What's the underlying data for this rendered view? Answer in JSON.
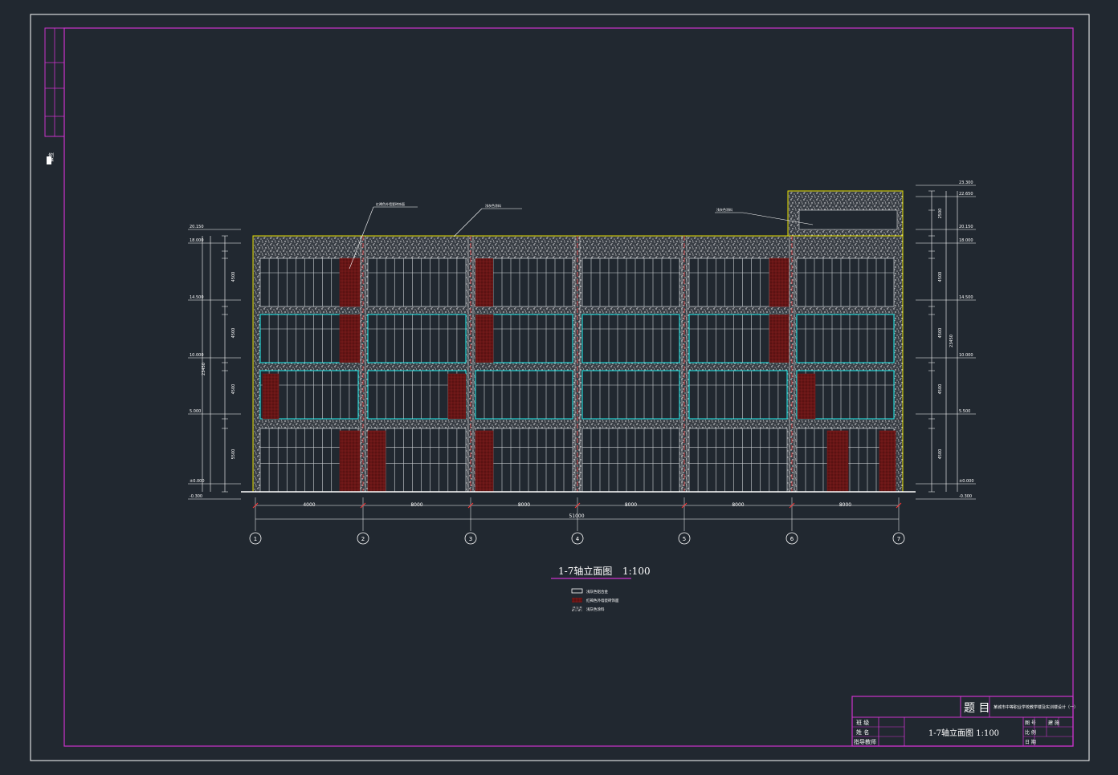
{
  "drawing": {
    "view_title": "1-7轴立面图",
    "view_scale": "1:100",
    "grid_axes": [
      "1",
      "2",
      "3",
      "4",
      "5",
      "6",
      "7"
    ],
    "bay_dims": [
      "4000",
      "8000",
      "8000",
      "8000",
      "8000",
      "8000"
    ],
    "total_dim": "51000",
    "level_labels_left": [
      "20.150",
      "18.000",
      "14.500",
      "10.000",
      "5.000",
      "±0.000",
      "-0.300"
    ],
    "level_labels_right": [
      "23.300",
      "22.650",
      "20.150",
      "18.000",
      "14.500",
      "10.000",
      "5.500",
      "±0.000",
      "-0.300"
    ],
    "height_dims_left": [
      "4500",
      "4500",
      "4500",
      "5500",
      "23450"
    ],
    "height_dims_right": [
      "2500",
      "4500",
      "4500",
      "4500",
      "4500",
      "23450"
    ],
    "legend": [
      {
        "swatch": "white-frame",
        "text": "浅灰色铝合金"
      },
      {
        "swatch": "red-hatch",
        "text": "红褐色外墙瓷砖饰面"
      },
      {
        "swatch": "speckle",
        "text": "浅灰色涂料"
      }
    ],
    "callouts": [
      "红褐色外墙瓷砖饰面",
      "浅灰色涂料",
      "浅灰色涂料"
    ]
  },
  "title_block": {
    "project_heading": "题 目",
    "project_name": "某城市中等职业学校教学楼及实训楼设计（一）",
    "drawing_name": "1-7轴立面图 1:100",
    "row_labels": [
      "班 级",
      "姓 名",
      "指导教师"
    ],
    "right_labels": [
      "图 号",
      "建 施",
      "比 例",
      "日 期"
    ],
    "left_strip": "会签"
  },
  "colors": {
    "background": "#212830",
    "border": "#ffffff",
    "frame": "#cc33cc",
    "glazing": "#22d3d3",
    "tile": "#6a1515",
    "parapet": "#e8e000",
    "axis": "#dd2222"
  }
}
